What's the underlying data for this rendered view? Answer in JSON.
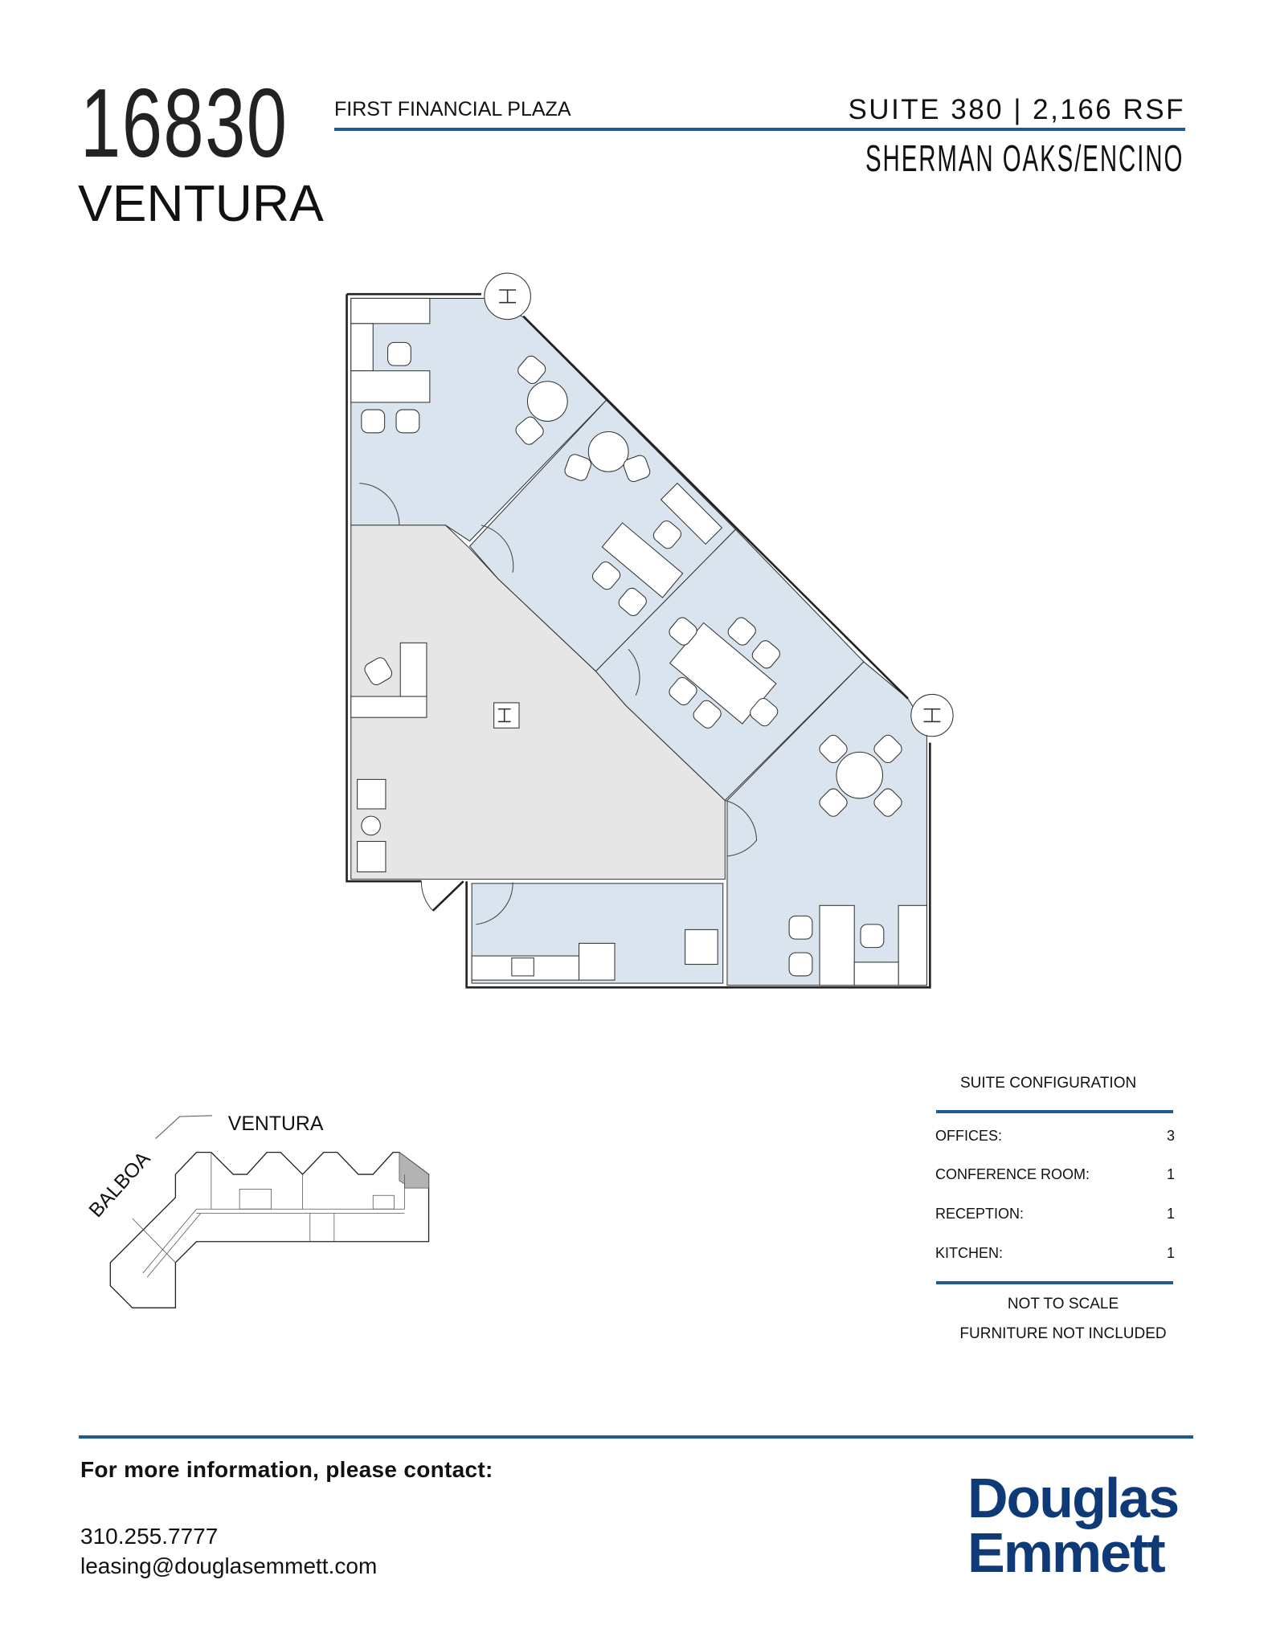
{
  "header": {
    "address_number": "16830",
    "street": "VENTURA",
    "building": "FIRST FINANCIAL PLAZA",
    "suite_info": "SUITE 380 | 2,166 RSF",
    "submarket": "SHERMAN OAKS/ENCINO"
  },
  "keyplan": {
    "street_top": "VENTURA",
    "street_side": "BALBOA"
  },
  "suite_configuration": {
    "title": "SUITE CONFIGURATION",
    "rows": [
      {
        "label": "OFFICES:",
        "value": "3"
      },
      {
        "label": "CONFERENCE ROOM:",
        "value": "1"
      },
      {
        "label": "RECEPTION:",
        "value": "1"
      },
      {
        "label": "KITCHEN:",
        "value": "1"
      }
    ],
    "notes": [
      "NOT TO SCALE",
      "FURNITURE NOT INCLUDED"
    ]
  },
  "footer": {
    "contact_heading": "For more information, please contact:",
    "phone": "310.255.7777",
    "email": "leasing@douglasemmett.com",
    "logo_line1": "Douglas",
    "logo_line2": "Emmett"
  },
  "colors": {
    "accent_rule": "#1f5a91",
    "logo": "#0f3a78",
    "suite_fill": "#dae4ef",
    "common_fill": "#e6e6e6",
    "keyplan_highlight": "#b3b3b3"
  }
}
